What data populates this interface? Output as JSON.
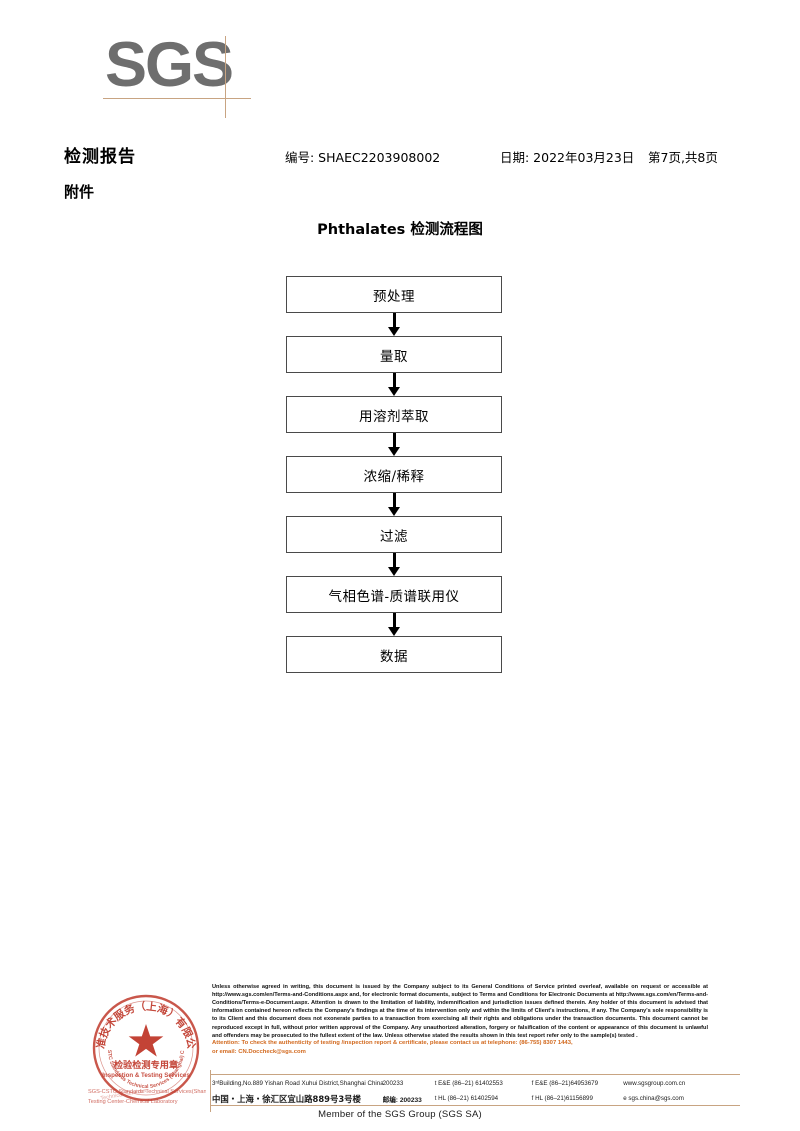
{
  "logo": {
    "text": "SGS"
  },
  "header": {
    "title": "检测报告",
    "report_no": "编号: SHAEC2203908002",
    "date": "日期: 2022年03月23日",
    "page": "第7页,共8页",
    "attachment": "附件"
  },
  "flowchart": {
    "title": "Phthalates 检测流程图",
    "steps": [
      {
        "label": "预处理"
      },
      {
        "label": "量取"
      },
      {
        "label": "用溶剂萃取"
      },
      {
        "label": "浓缩/稀释"
      },
      {
        "label": "过滤"
      },
      {
        "label": "气相色谱-质谱联用仪"
      },
      {
        "label": "数据"
      }
    ]
  },
  "stamp": {
    "outer_text": "标准技术服务(上海)有限公司",
    "arc_bottom_text": "SGS-CSTC Standards Technical Services (Shanghai) Co., Ltd.",
    "center_line1": "检验检测专用章",
    "center_line2": "Inspection & Testing Services",
    "overlay_line1": "SGS-CSTC Standards Technical Services (Shanghai) Co. Ltd.",
    "overlay_line2": "Testing Center-Chemical Laboratory",
    "color": "#c0392b"
  },
  "footer": {
    "legal": "Unless otherwise agreed in writing, this document is issued by the Company subject to its General Conditions of Service printed overleaf, available on request or accessible at http://www.sgs.com/en/Terms-and-Conditions.aspx and, for electronic format documents, subject to Terms and Conditions for Electronic Documents at http://www.sgs.com/en/Terms-and-Conditions/Terms-e-Document.aspx. Attention is drawn to the limitation of liability, indemnification and jurisdiction issues defined therein. Any holder of this document is advised that information contained hereon reflects the Company's findings at the time of its intervention only and within the limits of Client's instructions, if any. The Company's sole responsibility is to its Client and this document does not exonerate parties to a transaction from exercising all their rights and obligations under the transaction documents. This document cannot be reproduced except in full, without prior written approval of the Company. Any unauthorized alteration, forgery or falsification of the content or appearance of this document is unlawful and offenders may be prosecuted to the fullest extent of the law. Unless otherwise stated the results shown in this test report refer only to the sample(s) tested .",
    "attention_line1": "Attention: To check the authenticity of testing /inspection report & certificate, please contact us at telephone: (86-755) 8307 1443,",
    "attention_line2": "or email: CN.Doccheck@sgs.com",
    "attention_color": "#d2691e",
    "address_en": "3ʳᵈBuilding,No.889 Yishan Road Xuhui District,Shanghai China",
    "zip_en": "200233",
    "tel_en": "t E&E (86–21) 61402553",
    "fax_en": "f E&E (86–21)64953679",
    "web_en": "www.sgsgroup.com.cn",
    "address_cn": "中国・上海・徐汇区宜山路889号3号楼",
    "zip_cn": "邮编: 200233",
    "tel_cn": "t HL (86–21) 61402594",
    "fax_cn": "f HL (86–21)61156899",
    "web_cn": "e  sgs.china@sgs.com",
    "member": "Member of the SGS Group (SGS SA)"
  }
}
